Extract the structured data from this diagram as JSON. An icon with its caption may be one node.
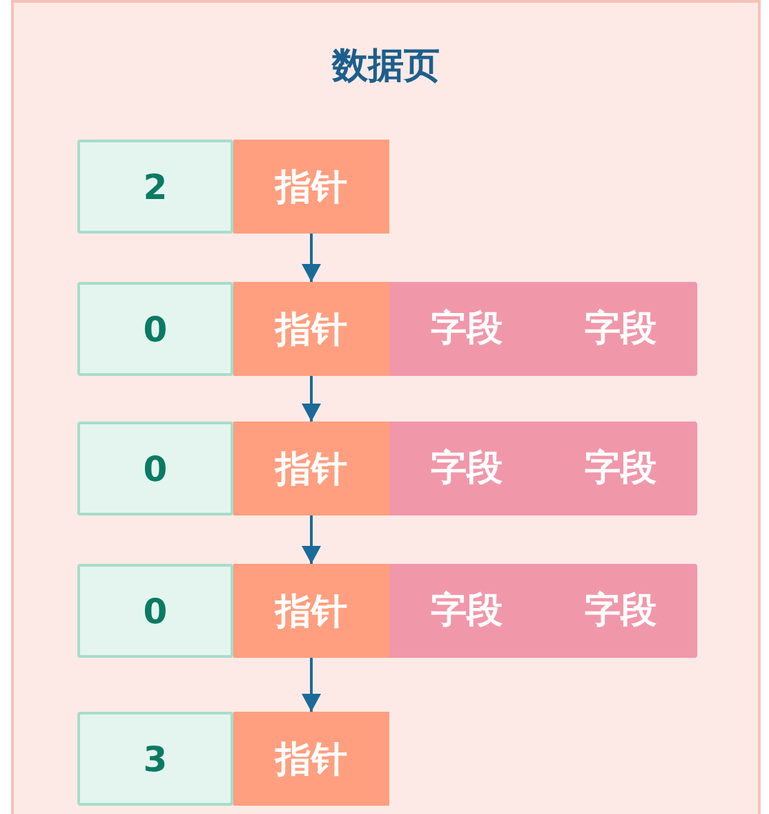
{
  "diagram": {
    "nodes": [
      {
        "text": [
          "数据页"
        ]
      },
      {
        "text": [
          "2"
        ],
        "in": 0
      },
      {
        "text": [
          "指针"
        ],
        "in": 0
      },
      {
        "text": [
          "0"
        ],
        "in": 0
      },
      {
        "text": [
          "指针"
        ],
        "in": 0
      },
      {
        "text": [
          "字段",
          "字段"
        ],
        "in": 0
      },
      {
        "text": [
          "0"
        ],
        "in": 0
      },
      {
        "text": [
          "指针"
        ],
        "in": 0
      },
      {
        "text": [
          "字段",
          "字段"
        ],
        "in": 0
      },
      {
        "text": [
          "0"
        ],
        "in": 0
      },
      {
        "text": [
          "指针"
        ],
        "in": 0
      },
      {
        "text": [
          "字段",
          "字段"
        ],
        "in": 0
      },
      {
        "text": [
          "3"
        ],
        "in": 0
      },
      {
        "text": [
          "指针"
        ],
        "in": 0
      }
    ],
    "edges": [
      {
        "from": 2,
        "to": 4,
        "arrow": "to"
      },
      {
        "from": 4,
        "to": 7,
        "arrow": "to"
      },
      {
        "from": 7,
        "to": 10,
        "arrow": "to"
      },
      {
        "from": 10,
        "to": 13,
        "arrow": "to"
      }
    ]
  }
}
